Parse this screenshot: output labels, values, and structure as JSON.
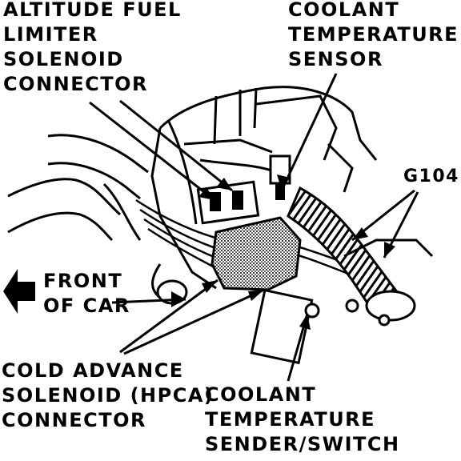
{
  "labels": {
    "altitude_fuel_limiter": {
      "lines": [
        "ALTITUDE FUEL",
        "LIMITER",
        "SOLENOID",
        "CONNECTOR"
      ]
    },
    "coolant_temperature_sensor": {
      "lines": [
        "COOLANT",
        "TEMPERATURE",
        "SENSOR"
      ]
    },
    "ground": {
      "text": "G104"
    },
    "front_of_car": {
      "lines": [
        "FRONT",
        "OF CAR"
      ]
    },
    "cold_advance_solenoid": {
      "lines": [
        "COLD ADVANCE",
        "SOLENOID (HPCA)",
        "CONNECTOR"
      ]
    },
    "coolant_temperature_sender": {
      "lines": [
        "COOLANT",
        "TEMPERATURE",
        "SENDER/SWITCH"
      ]
    }
  },
  "colors": {
    "ink": "#000000",
    "paper": "#ffffff",
    "connector_fill": "#555555"
  },
  "icons": {
    "direction": "left-arrow-icon"
  }
}
